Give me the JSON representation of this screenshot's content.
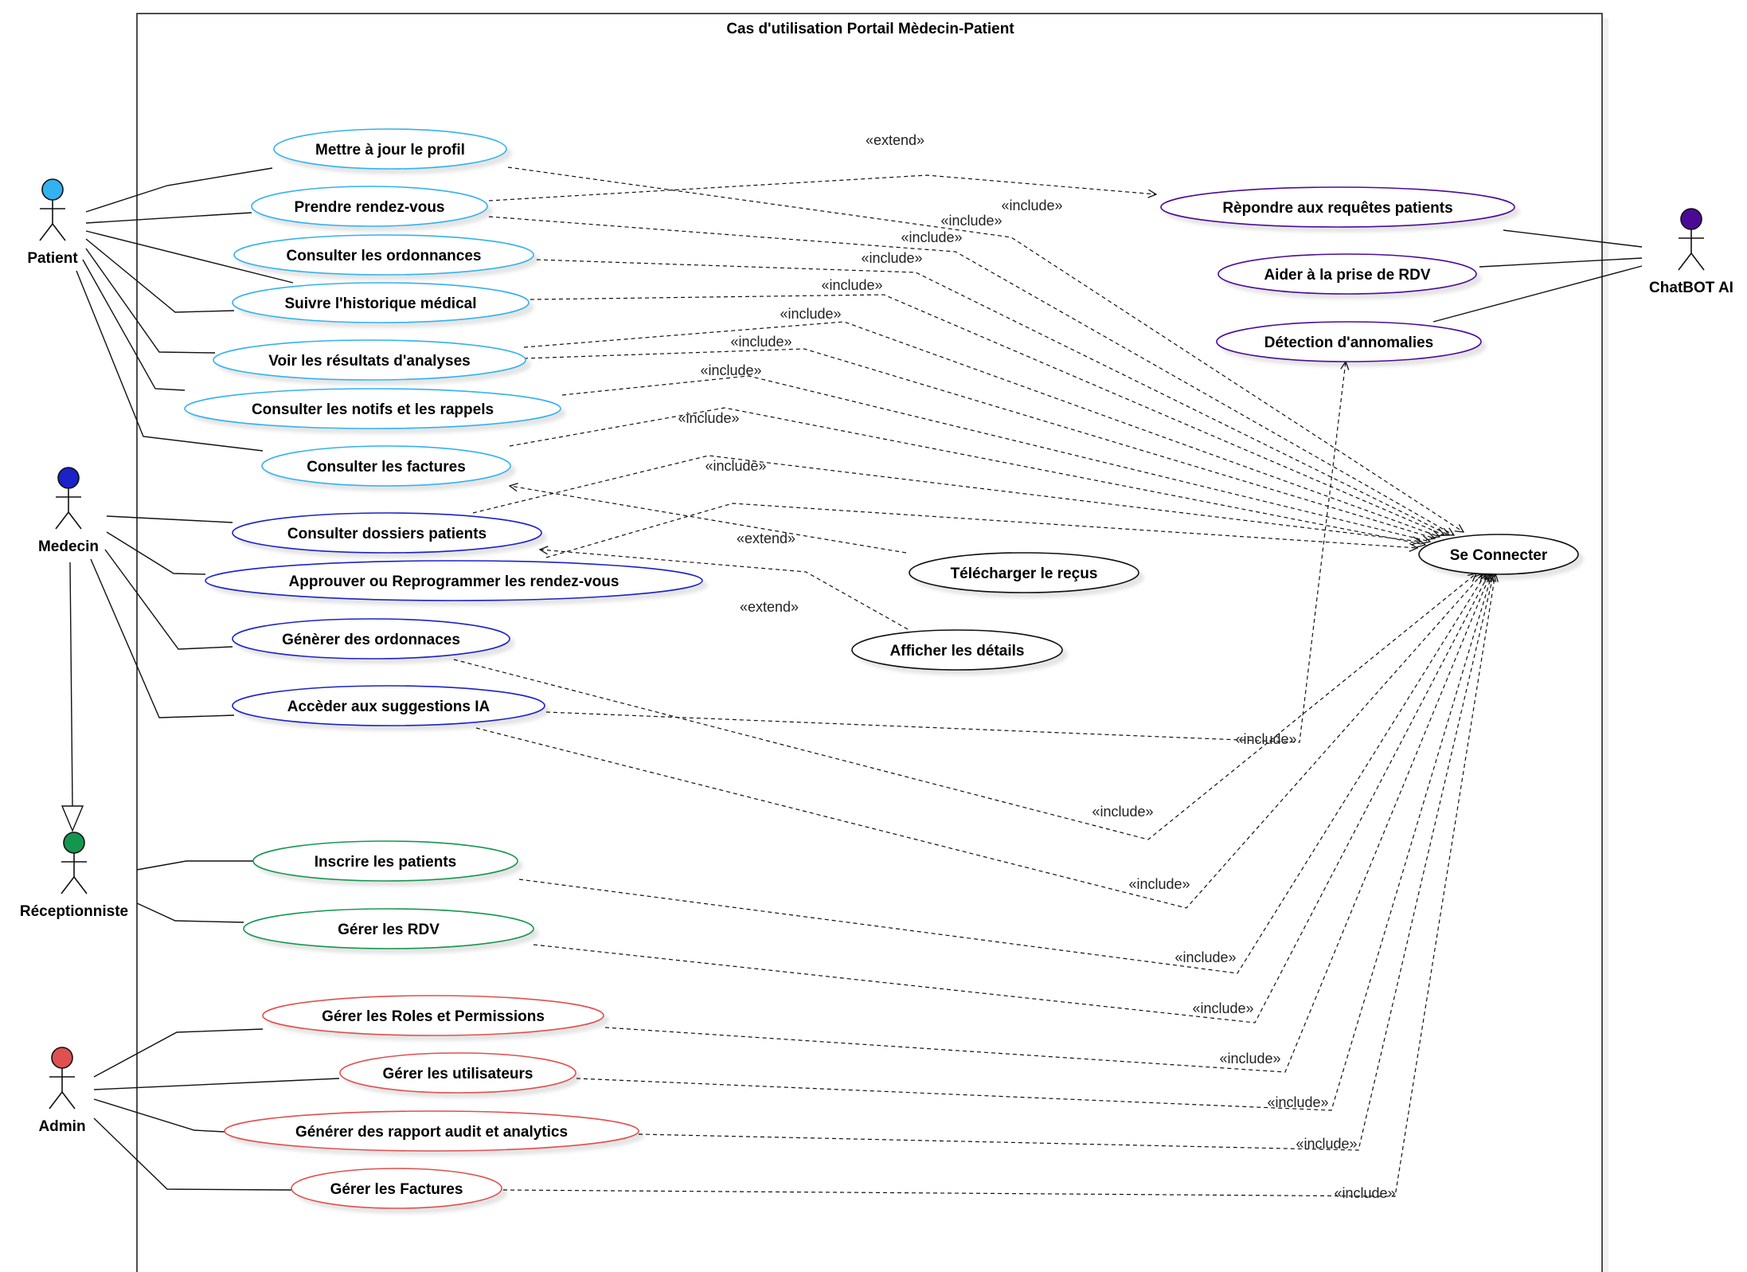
{
  "title": "Cas d'utilisation Portail Mèdecin-Patient",
  "colors": {
    "patient": "#33b1f0",
    "medecin": "#1a22c8",
    "receptionniste": "#15964f",
    "admin": "#e05050",
    "chatbot": "#4b0a96",
    "system": "#111111"
  },
  "actors": {
    "patient": {
      "label": "Patient",
      "icon": "stick-figure-icon"
    },
    "medecin": {
      "label": "Medecin",
      "icon": "stick-figure-icon"
    },
    "receptionniste": {
      "label": "Réceptionniste",
      "icon": "stick-figure-icon"
    },
    "admin": {
      "label": "Admin",
      "icon": "stick-figure-icon"
    },
    "chatbot": {
      "label": "ChatBOT AI",
      "icon": "stick-figure-icon"
    }
  },
  "use_cases": {
    "profil": "Mettre à jour le profil",
    "rdv": "Prendre rendez-vous",
    "ordonnances": "Consulter les ordonnances",
    "historique": "Suivre l'historique médical",
    "resultats": "Voir les résultats d'analyses",
    "notifs": "Consulter les notifs et les rappels",
    "factures": "Consulter les factures",
    "dossiers": "Consulter dossiers patients",
    "approuver": "Approuver ou Reprogrammer les rendez-vous",
    "generer_ord": "Génèrer des ordonnaces",
    "suggestions": "Accèder aux suggestions IA",
    "inscrire": "Inscrire les patients",
    "gerer_rdv": "Gérer les RDV",
    "roles": "Gérer les Roles et Permissions",
    "utilisateurs": "Gérer les utilisateurs",
    "rapport": "Générer des rapport audit et analytics",
    "gerer_factures": "Gérer les Factures",
    "repondre": "Rèpondre aux requêtes patients",
    "aider": "Aider à la prise de RDV",
    "detection": "Détection d'annomalies",
    "connecter": "Se Connecter",
    "telecharger": "Télécharger le reçus",
    "afficher": "Afficher les détails"
  },
  "relations": {
    "include": "«include»",
    "extend": "«extend»"
  }
}
